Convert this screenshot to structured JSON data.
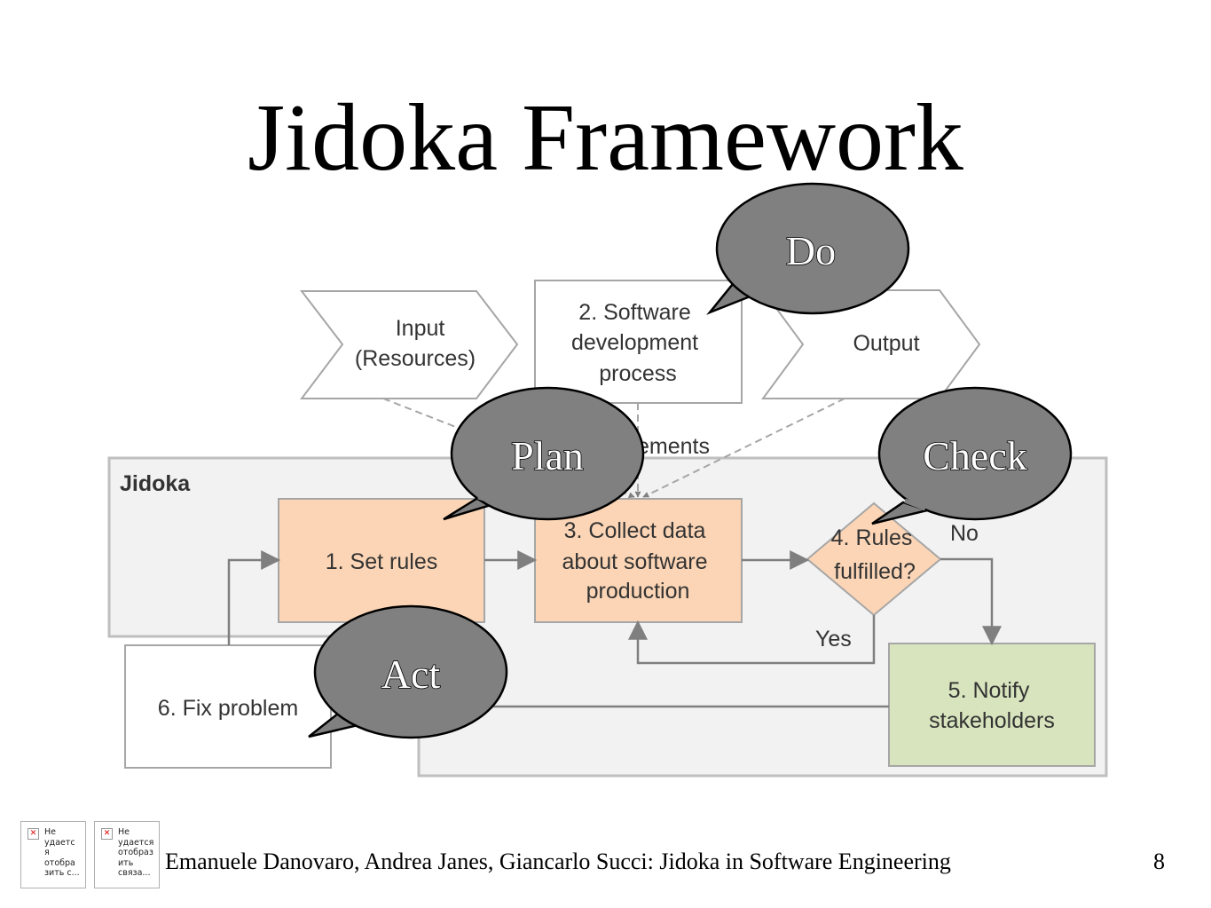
{
  "slide": {
    "title": "Jidoka Framework",
    "footer": "Emanuele Danovaro, Andrea Janes, Giancarlo Succi: Jidoka in Software Engineering",
    "page_number": "8"
  },
  "broken_images": [
    {
      "text": "Не\nудаетс\nя\nотобра\nзить с..."
    },
    {
      "text": "Не\nудается\nотобраз\nить\nсвяза..."
    }
  ],
  "diagram": {
    "input": [
      "Input",
      "(Resources)"
    ],
    "process": [
      "2. Software",
      "development",
      "process"
    ],
    "output": "Output",
    "measurements_fragment": "ements",
    "jidoka_label": "Jidoka",
    "set_rules": "1. Set rules",
    "collect": [
      "3. Collect data",
      "about software",
      "production"
    ],
    "rules": [
      "4. Rules",
      "fulfilled?"
    ],
    "no_label": "No",
    "yes_label": "Yes",
    "notify": [
      "5. Notify",
      "stakeholders"
    ],
    "fix": "6. Fix problem"
  },
  "bubbles": {
    "do": "Do",
    "plan": "Plan",
    "check": "Check",
    "act": "Act"
  },
  "colors": {
    "process_fill": "#fbd5b5",
    "notify_fill": "#d7e4bd",
    "panel_fill": "#f2f2f2",
    "bubble_fill": "#808080",
    "arrow": "#7f7f7f"
  }
}
